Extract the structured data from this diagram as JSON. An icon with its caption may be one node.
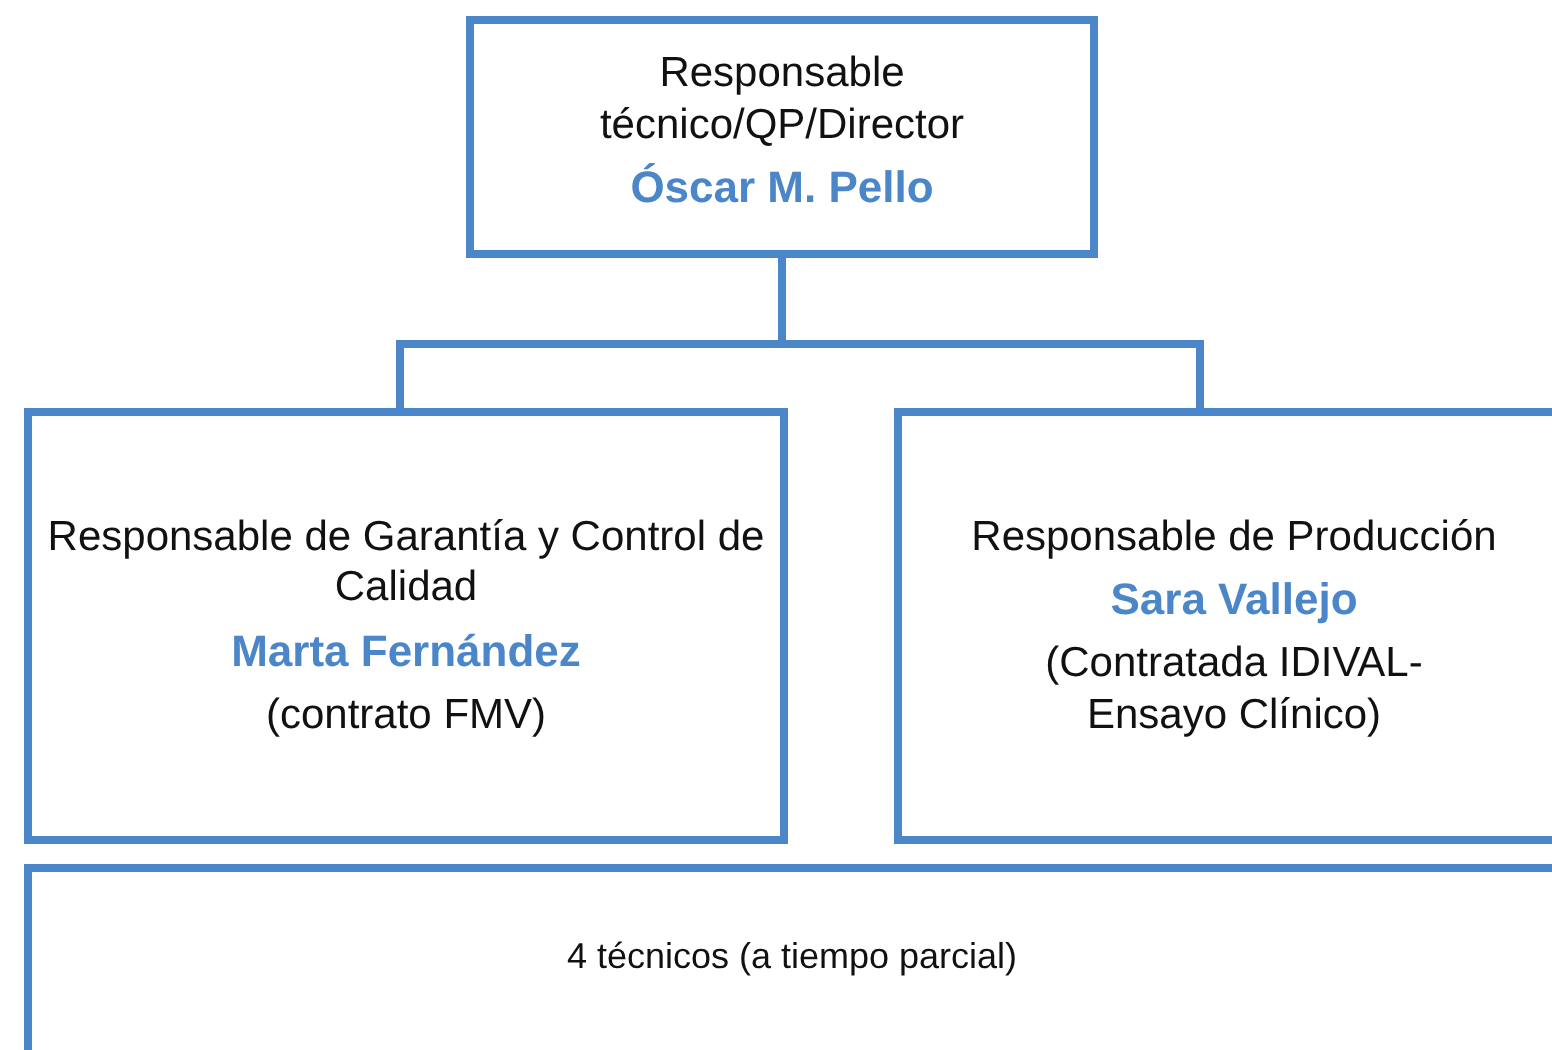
{
  "diagram": {
    "nodes": [
      {
        "text": [
          "Responsable técnico/QP/Director",
          "Óscar M. Pello"
        ]
      },
      {
        "text": [
          "Responsable de Garantía y Control de Calidad",
          "Marta Fernández",
          "(contrato FMV)"
        ]
      },
      {
        "text": [
          "Responsable de Producción",
          "Sara Vallejo",
          "(Contratada IDIVAL- Ensayo Clínico)"
        ]
      },
      {
        "text": [
          "4 técnicos (a tiempo parcial)"
        ]
      }
    ],
    "edges": [
      {
        "from": 0,
        "to": 1,
        "arrow": "none"
      },
      {
        "from": 0,
        "to": 2,
        "arrow": "none"
      }
    ]
  }
}
